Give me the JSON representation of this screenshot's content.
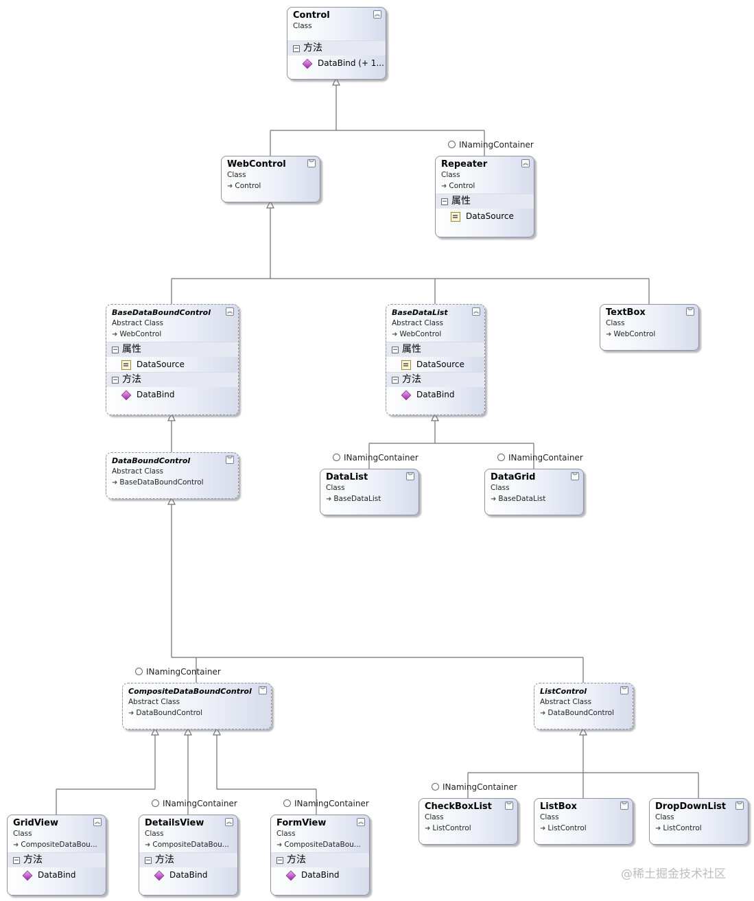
{
  "classes": {
    "control": {
      "name": "Control",
      "kind": "Class",
      "methods_label": "方法",
      "methods": [
        "DataBind (+ 1..."
      ]
    },
    "webcontrol": {
      "name": "WebControl",
      "kind": "Class",
      "base": "Control"
    },
    "repeater": {
      "name": "Repeater",
      "kind": "Class",
      "base": "Control",
      "props_label": "属性",
      "props": [
        "DataSource"
      ],
      "interface": "INamingContainer"
    },
    "basedataboundcontrol": {
      "name": "BaseDataBoundControl",
      "kind": "Abstract Class",
      "base": "WebControl",
      "props_label": "属性",
      "props": [
        "DataSource"
      ],
      "methods_label": "方法",
      "methods": [
        "DataBind"
      ]
    },
    "basedatalist": {
      "name": "BaseDataList",
      "kind": "Abstract Class",
      "base": "WebControl",
      "props_label": "属性",
      "props": [
        "DataSource"
      ],
      "methods_label": "方法",
      "methods": [
        "DataBind"
      ]
    },
    "textbox": {
      "name": "TextBox",
      "kind": "Class",
      "base": "WebControl"
    },
    "databoundcontrol": {
      "name": "DataBoundControl",
      "kind": "Abstract Class",
      "base": "BaseDataBoundControl"
    },
    "datalist": {
      "name": "DataList",
      "kind": "Class",
      "base": "BaseDataList",
      "interface": "INamingContainer"
    },
    "datagrid": {
      "name": "DataGrid",
      "kind": "Class",
      "base": "BaseDataList",
      "interface": "INamingContainer"
    },
    "compositedataboundcontrol": {
      "name": "CompositeDataBoundControl",
      "kind": "Abstract Class",
      "base": "DataBoundControl",
      "interface": "INamingContainer"
    },
    "listcontrol": {
      "name": "ListControl",
      "kind": "Abstract Class",
      "base": "DataBoundControl"
    },
    "gridview": {
      "name": "GridView",
      "kind": "Class",
      "base": "CompositeDataBou...",
      "methods_label": "方法",
      "methods": [
        "DataBind"
      ]
    },
    "detailsview": {
      "name": "DetailsView",
      "kind": "Class",
      "base": "CompositeDataBou...",
      "methods_label": "方法",
      "methods": [
        "DataBind"
      ],
      "interface": "INamingContainer"
    },
    "formview": {
      "name": "FormView",
      "kind": "Class",
      "base": "CompositeDataBou...",
      "methods_label": "方法",
      "methods": [
        "DataBind"
      ],
      "interface": "INamingContainer"
    },
    "checkboxlist": {
      "name": "CheckBoxList",
      "kind": "Class",
      "base": "ListControl",
      "interface": "INamingContainer"
    },
    "listbox": {
      "name": "ListBox",
      "kind": "Class",
      "base": "ListControl"
    },
    "dropdownlist": {
      "name": "DropDownList",
      "kind": "Class",
      "base": "ListControl"
    }
  },
  "watermark": "@稀土掘金技术社区"
}
